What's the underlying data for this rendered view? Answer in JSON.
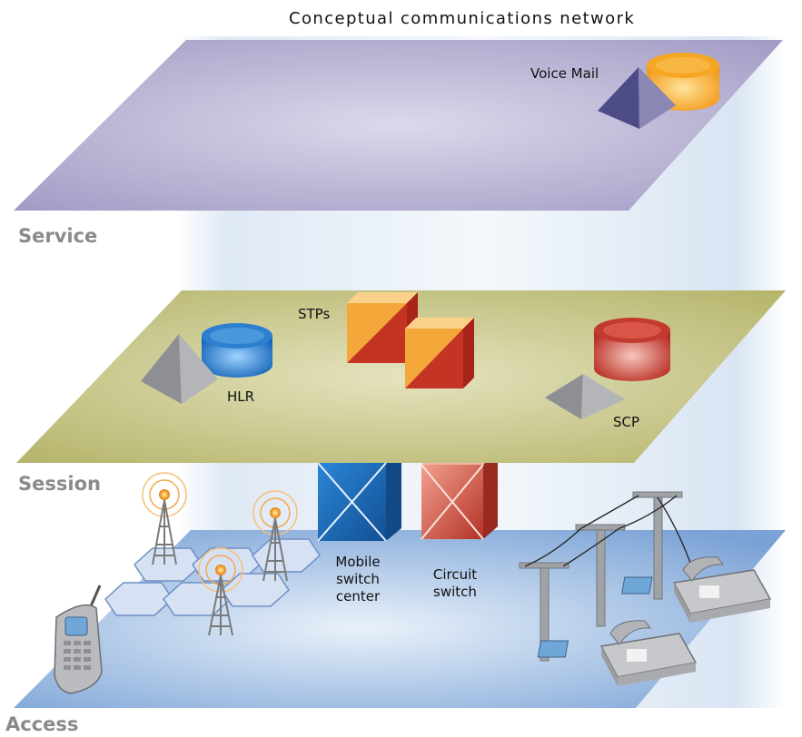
{
  "title": "Conceptual communications network",
  "layers": {
    "service": "Service",
    "session": "Session",
    "access": "Access"
  },
  "labels": {
    "voice_mail": "Voice Mail",
    "stps": "STPs",
    "hlr": "HLR",
    "scp": "SCP",
    "msc": "Mobile\nswitch\ncenter",
    "circuit_switch": "Circuit\nswitch"
  },
  "colors": {
    "service_plane": "#aaa3c9",
    "session_plane": "#b8b772",
    "access_plane": "#7fa5d8",
    "layer_label": "#8a8a8a",
    "database_blue": "#1e74c4",
    "database_red": "#c8372c",
    "database_orange": "#f5a623",
    "switch_blue": "#1f6fb8",
    "switch_red": "#c84030"
  }
}
